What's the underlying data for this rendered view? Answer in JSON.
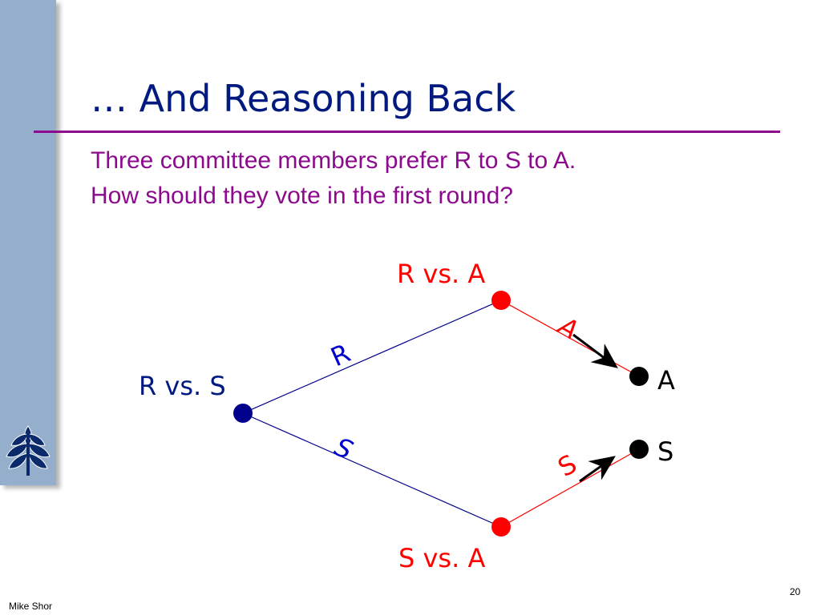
{
  "slide": {
    "title": "… And Reasoning Back",
    "subtitle_lines": [
      "Three committee members prefer R to S to A.",
      "How should they vote in the first round?"
    ],
    "author": "Mike Shor",
    "page_number": "20"
  },
  "tree": {
    "root_label": "R vs. S",
    "upper_node_label": "R vs. A",
    "lower_node_label": "S vs. A",
    "edge_root_upper": "R",
    "edge_root_lower": "S",
    "edge_upper_outcome": "A",
    "edge_lower_outcome": "S",
    "outcome_upper": "A",
    "outcome_lower": "S"
  },
  "colors": {
    "title": "#001a80",
    "subtitle": "#8c0a8c",
    "rule": "#8c0a8c",
    "sidebar": "#94aecb",
    "root_node": "#00008c",
    "decision_node": "#ff0000",
    "outcome_node": "#000000"
  },
  "icons": [
    "university-leaf-logo-icon",
    "arrow-icon"
  ]
}
